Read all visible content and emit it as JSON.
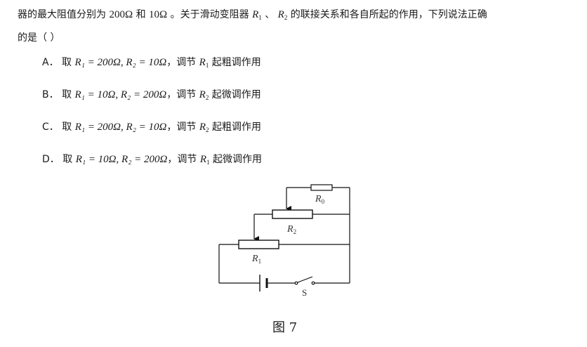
{
  "question": {
    "line1": {
      "prefix": "器的最大阻值分别为",
      "v1": "200Ω",
      "and": "和",
      "v2": "10Ω",
      "mid": "。关于滑动变阻器",
      "r1": "R",
      "r1_sub": "1",
      "sep": "、",
      "r2": "R",
      "r2_sub": "2",
      "suffix": "的联接关系和各自所起的作用，下列说法正确"
    },
    "line2": "的是（    ）"
  },
  "options": [
    {
      "letter": "A．",
      "take": "取",
      "eq": "R₁ = 200Ω, R₂ = 10Ω",
      "comma": "，",
      "adj": "调节",
      "r": "R",
      "sub": "1",
      "effect": "起粗调作用"
    },
    {
      "letter": "B．",
      "take": "取",
      "eq": "R₁ = 10Ω, R₂ = 200Ω",
      "comma": "，",
      "adj": "调节",
      "r": "R",
      "sub": "2",
      "effect": "起微调作用"
    },
    {
      "letter": "C．",
      "take": "取",
      "eq": "R₁ = 200Ω, R₂ = 10Ω",
      "comma": "，",
      "adj": "调节",
      "r": "R",
      "sub": "2",
      "effect": "起粗调作用"
    },
    {
      "letter": "D．",
      "take": "取",
      "eq": "R₁ = 10Ω, R₂ = 200Ω",
      "comma": "，",
      "adj": "调节",
      "r": "R",
      "sub": "1",
      "effect": "起微调作用"
    }
  ],
  "figure": {
    "r0_label": "R",
    "r0_sub": "0",
    "r2_label": "R",
    "r2_sub": "2",
    "r1_label": "R",
    "r1_sub": "1",
    "switch_label": "S",
    "caption": "图 7"
  }
}
